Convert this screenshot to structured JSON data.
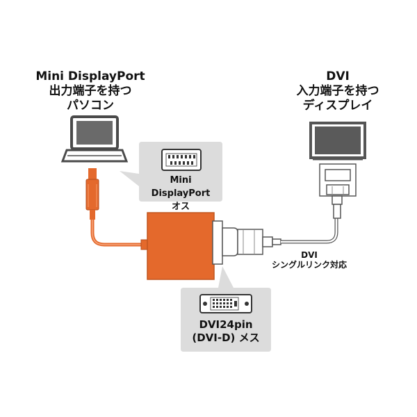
{
  "pc": {
    "line1": "Mini DisplayPort",
    "line2": "出力端子を持つ",
    "line3": "パソコン"
  },
  "display": {
    "line1": "DVI",
    "line2": "入力端子を持つ",
    "line3": "ディスプレイ"
  },
  "mdp_connector": {
    "line1": "Mini DisplayPort",
    "line2": "オス"
  },
  "dvi_connector": {
    "line1": "DVI24pin",
    "line2": "(DVI-D) メス"
  },
  "cable": {
    "line1": "DVI",
    "line2": "シングルリンク対応"
  },
  "colors": {
    "adapter_orange": "#e4692c",
    "callout_gray": "#dcdcdc",
    "device_gray": "#5a5a5a"
  }
}
